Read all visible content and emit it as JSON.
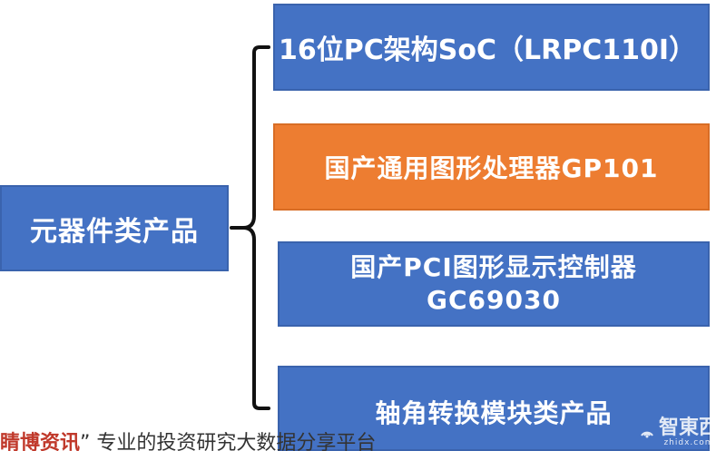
{
  "root": {
    "label": "元器件类产品"
  },
  "children": [
    {
      "label": "16位PC架构SoC（LRPC110I）",
      "color": "#4472c4"
    },
    {
      "label": "国产通用图形处理器GP101",
      "color": "#ed7d31"
    },
    {
      "line1": "国产PCI图形显示控制器",
      "line2": "GC69030",
      "color": "#4472c4"
    },
    {
      "label": "轴角转换模块类产品",
      "color": "#4472c4"
    }
  ],
  "footer": {
    "brand": "睛博资讯",
    "quote": "”",
    "text": "专业的投资研究大数据分享平台"
  },
  "watermark": {
    "main": "智東西",
    "sub": "zhidx.com"
  }
}
